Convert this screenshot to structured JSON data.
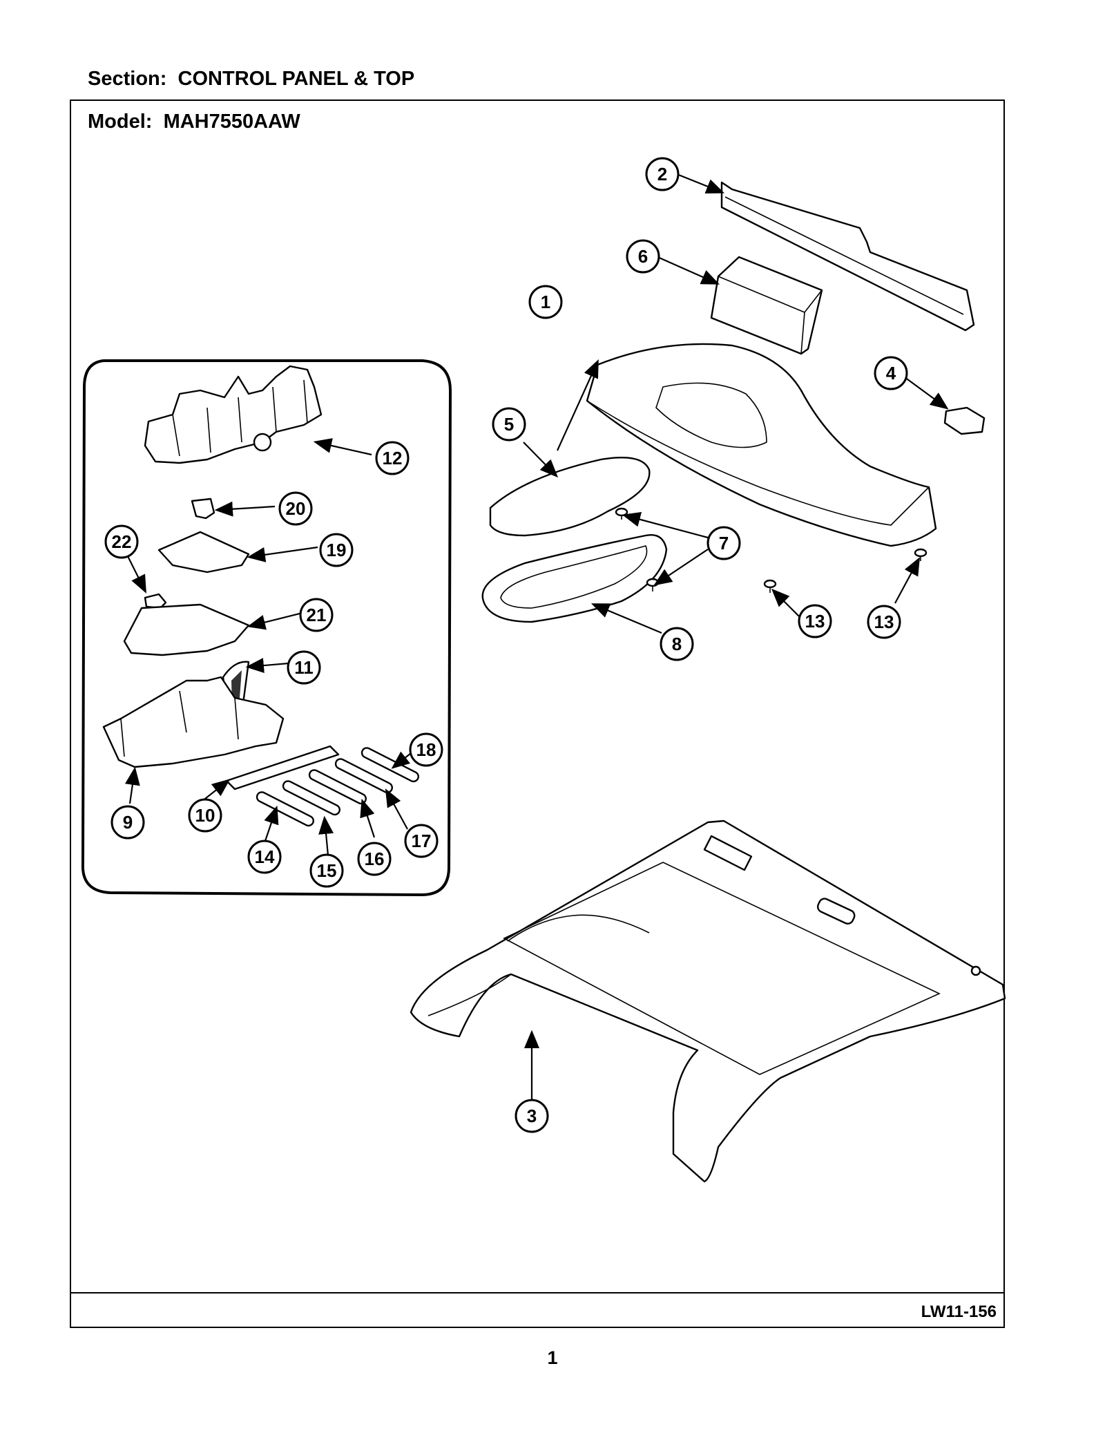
{
  "section": {
    "label": "Section:",
    "name": "CONTROL PANEL & TOP"
  },
  "model": {
    "label": "Model:",
    "number": "MAH7550AAW"
  },
  "drawing_id": "LW11-156",
  "page_number": "1",
  "callouts": [
    "1",
    "2",
    "3",
    "4",
    "5",
    "6",
    "7",
    "8",
    "9",
    "10",
    "11",
    "12",
    "13",
    "13",
    "14",
    "15",
    "16",
    "17",
    "18",
    "19",
    "20",
    "21",
    "22"
  ]
}
